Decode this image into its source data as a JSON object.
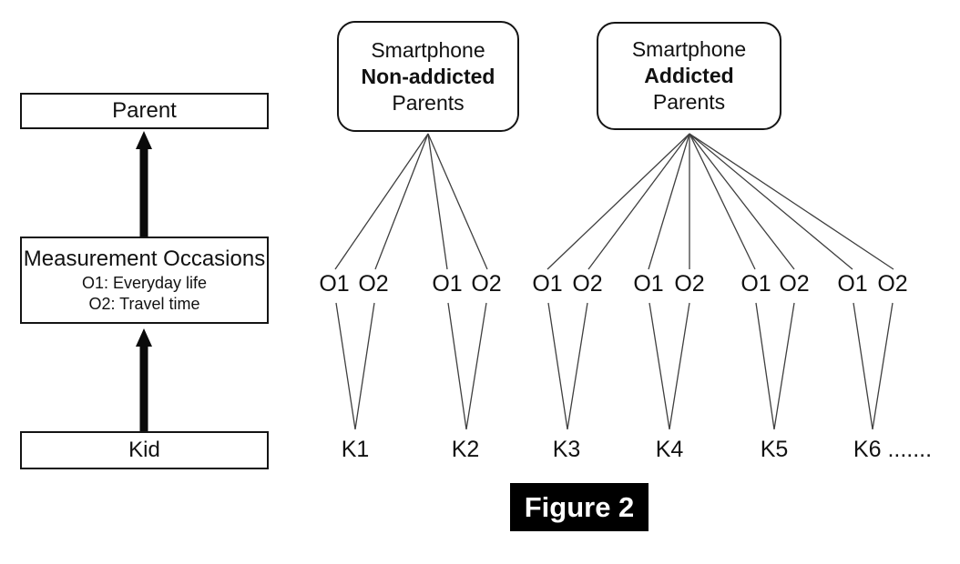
{
  "figure": {
    "caption": "Figure 2"
  },
  "left_panel": {
    "parent_label": "Parent",
    "measurement_box": {
      "title": "Measurement Occasions",
      "sub1": "O1: Everyday life",
      "sub2": "O2: Travel time"
    },
    "kid_label": "Kid"
  },
  "groups": {
    "non_addicted": {
      "line1": "Smartphone",
      "line2": "Non-addicted",
      "line3": "Parents"
    },
    "addicted": {
      "line1": "Smartphone",
      "line2": "Addicted",
      "line3": "Parents"
    }
  },
  "occasions": [
    "O1",
    "O2",
    "O1",
    "O2",
    "O1",
    "O2",
    "O1",
    "O2",
    "O1",
    "O2",
    "O1",
    "O2"
  ],
  "kids": [
    "K1",
    "K2",
    "K3",
    "K4",
    "K5",
    "K6 ......."
  ],
  "colors": {
    "line": "#3f3f3f",
    "border": "#141414",
    "caption_bg": "#000000",
    "caption_text": "#ffffff"
  }
}
